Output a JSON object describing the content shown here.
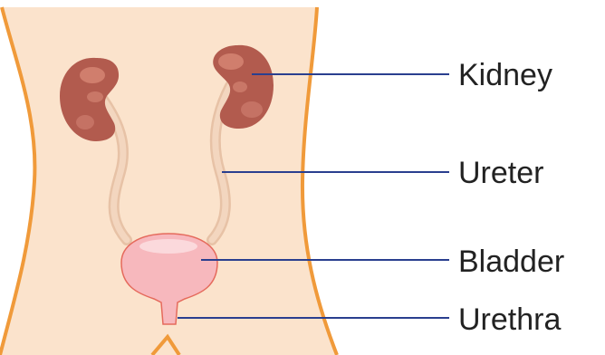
{
  "labels": {
    "kidney": "Kidney",
    "ureter": "Ureter",
    "bladder": "Bladder",
    "urethra": "Urethra"
  },
  "colors": {
    "skin": "#fbe3cc",
    "outline": "#f09a3a",
    "kidney": "#b25b4e",
    "kidney_highlight": "#d98a78",
    "ureter": "#f3d6bf",
    "bladder": "#f7b8bd",
    "bladder_outline": "#e56a5c",
    "leader_line": "#2a3f8f",
    "text": "#222222"
  }
}
